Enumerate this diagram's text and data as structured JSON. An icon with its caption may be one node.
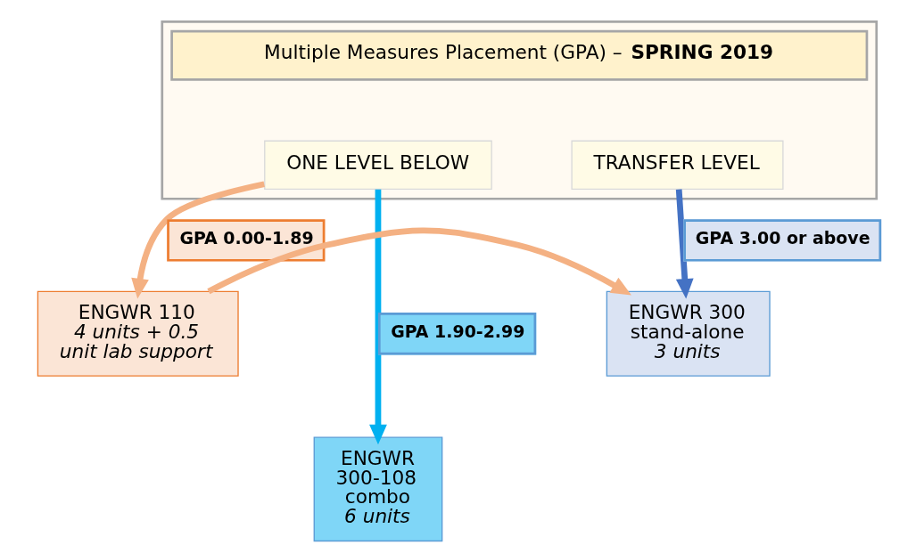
{
  "diagram": {
    "nodes": [
      {
        "text": [],
        "shape": "box"
      },
      {
        "text": [
          "Multiple Measures Placement (GPA) – **SPRING 2019**"
        ],
        "in": 0
      },
      {
        "text": [
          "ONE LEVEL BELOW"
        ],
        "in": 0
      },
      {
        "text": [
          "TRANSFER LEVEL"
        ],
        "in": 0
      },
      {
        "text": [
          "ENGWR 110",
          "4 units + 0.5 unit lab support"
        ]
      },
      {
        "text": [
          "ENGWR 300 stand-alone",
          "3 units"
        ]
      },
      {
        "text": [
          "ENGWR 300-108 combo",
          "6 units"
        ]
      }
    ],
    "edges": [
      {
        "from": 2,
        "to": 4,
        "arrow": "to",
        "label": "GPA 0.00-1.89",
        "color": "#f4b183"
      },
      {
        "from": 3,
        "to": 5,
        "arrow": "to",
        "label": "GPA 3.00 or above",
        "color": "#4472c4"
      },
      {
        "from": 2,
        "to": 6,
        "arrow": "to",
        "label": "GPA 1.90-2.99",
        "color": "#00b0f0"
      },
      {
        "from": 4,
        "to": 5,
        "arrow": "to",
        "color": "#f4b183"
      }
    ]
  }
}
